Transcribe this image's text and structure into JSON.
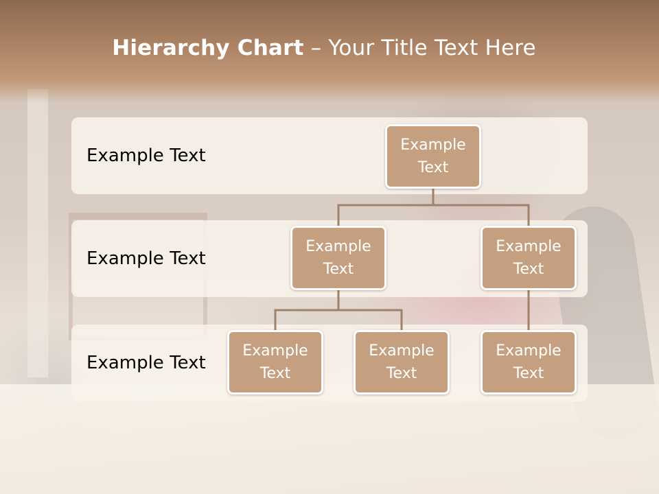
{
  "title": {
    "bold": "Hierarchy Chart",
    "rest": " – Your Title Text Here"
  },
  "bands": [
    {
      "label": "Example Text"
    },
    {
      "label": "Example Text"
    },
    {
      "label": "Example Text"
    }
  ],
  "nodes": {
    "root": "Example Text",
    "level2_left": "Example Text",
    "level2_right": "Example Text",
    "level3_left": "Example Text",
    "level3_middle": "Example Text",
    "level3_right": "Example Text"
  },
  "colors": {
    "header": "#a98062",
    "node_fill": "#c4a080",
    "node_border": "#ffffff",
    "connector": "#a0826a",
    "band_fill": "#f8f2ec"
  }
}
